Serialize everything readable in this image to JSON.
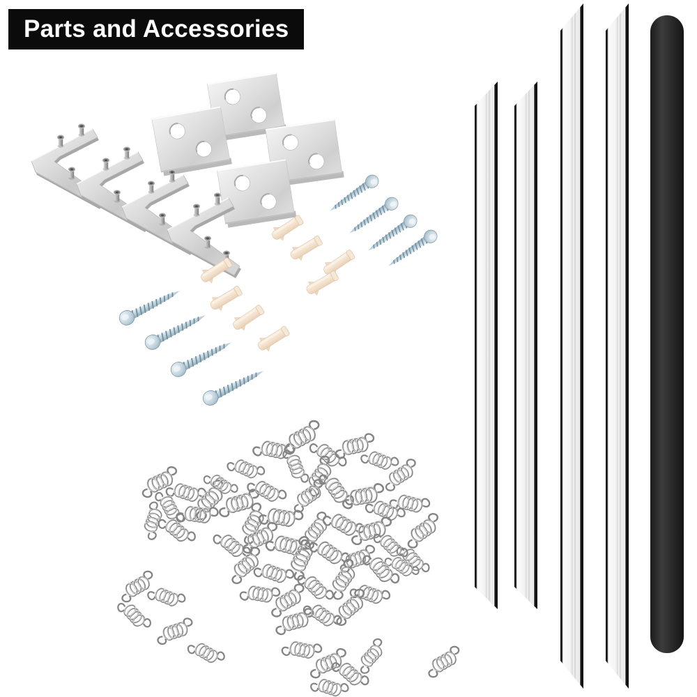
{
  "image": {
    "type": "product-photo",
    "background": "#ffffff",
    "description": "Hardware parts and accessories kit laid out on white background"
  },
  "banner": {
    "label": "Parts and Accessories",
    "bg": "#0b0b0b",
    "fg": "#ffffff"
  },
  "parts": [
    {
      "key": "corner-brackets",
      "label": "L-shaped corner brackets with threaded studs",
      "count": 4
    },
    {
      "key": "mounting-plates",
      "label": "Two-hole mounting plates",
      "count": 4
    },
    {
      "key": "zinc-screws-upper",
      "label": "Zinc-plated screws (upper set)",
      "count": 4
    },
    {
      "key": "zinc-screws-lower",
      "label": "Zinc-plated screws (lower set)",
      "count": 4
    },
    {
      "key": "wall-anchors",
      "label": "Cream plastic wall anchors",
      "count": 8
    },
    {
      "key": "extension-springs",
      "label": "Pile of small extension springs with hook ends",
      "count": 57
    },
    {
      "key": "side-rails",
      "label": "Mitered aluminum side rails with black edges",
      "count": 4
    },
    {
      "key": "round-rod",
      "label": "Black round rod",
      "count": 1
    }
  ],
  "palette": {
    "metal_silver": "#d9d9d9",
    "screw_blue": "#9db8c6",
    "anchor_cream": "#f3e3d0",
    "spring_gray": "#8f8f8f",
    "rail_edge_black": "#111111",
    "rod_black": "#2b2b2b"
  }
}
